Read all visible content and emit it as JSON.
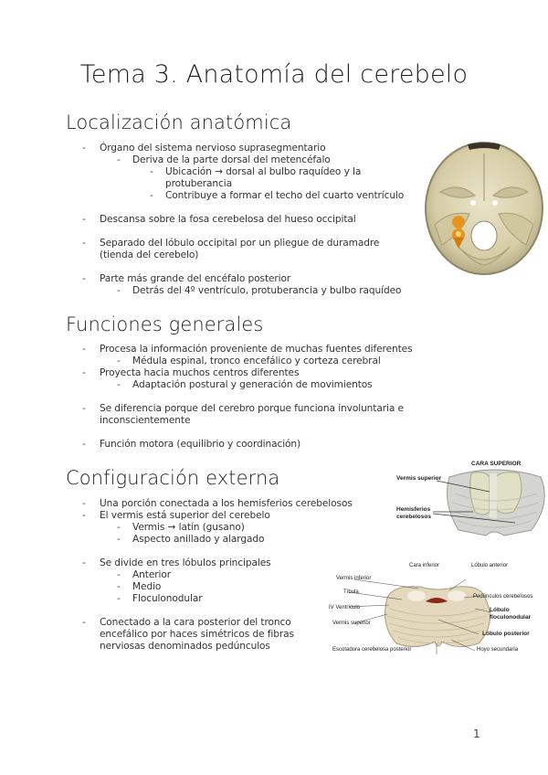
{
  "document": {
    "title": "Tema 3. Anatomía del cerebelo",
    "page_number": "1"
  },
  "sections": [
    {
      "heading": "Localización anatómica",
      "lines": [
        {
          "level": 1,
          "text": "Órgano del sistema nervioso suprasegmentario"
        },
        {
          "level": 2,
          "text": "Deriva de la parte dorsal del metencéfalo"
        },
        {
          "level": 3,
          "text": "Ubicación → dorsal al bulbo raquídeo y la"
        },
        {
          "level": 3,
          "cont": true,
          "text": "protuberancia"
        },
        {
          "level": 3,
          "text": "Contribuye a formar el techo del cuarto ventrículo"
        },
        {
          "level": 1,
          "text": "Descansa sobre la fosa cerebelosa del hueso occipital"
        },
        {
          "level": 1,
          "text": "Separado del lóbulo occipital por un pliegue de duramadre"
        },
        {
          "level": 1,
          "cont": true,
          "text": "(tienda del cerebelo)"
        },
        {
          "level": 1,
          "text": "Parte más grande del encéfalo posterior"
        },
        {
          "level": 2,
          "text": "Detrás del 4º ventrículo, protuberancia y bulbo raquídeo"
        }
      ]
    },
    {
      "heading": "Funciones generales",
      "lines": [
        {
          "level": 1,
          "text": "Procesa la información proveniente de muchas fuentes diferentes"
        },
        {
          "level": 2,
          "text": "Médula espinal, tronco encefálico y corteza cerebral"
        },
        {
          "level": 1,
          "text": "Proyecta hacia muchos centros diferentes"
        },
        {
          "level": 2,
          "text": "Adaptación postural y generación de movimientos"
        },
        {
          "level": 1,
          "text": "Se diferencia porque del cerebro porque funciona involuntaria e"
        },
        {
          "level": 1,
          "cont": true,
          "text": "inconscientemente"
        },
        {
          "level": 1,
          "text": "Función motora (equilibrio y coordinación)"
        }
      ]
    },
    {
      "heading": "Configuración externa",
      "lines": [
        {
          "level": 1,
          "text": "Una porción conectada a los hemisferios cerebelosos"
        },
        {
          "level": 1,
          "text": "El vermis está superior del cerebelo"
        },
        {
          "level": 2,
          "text": "Vermis → latín (gusano)"
        },
        {
          "level": 2,
          "text": "Aspecto anillado y alargado"
        },
        {
          "level": 1,
          "text": "Se divide en tres lóbulos principales"
        },
        {
          "level": 2,
          "text": "Anterior"
        },
        {
          "level": 2,
          "text": "Medio"
        },
        {
          "level": 2,
          "text": "Floculonodular"
        },
        {
          "level": 1,
          "text": "Conectado a la cara posterior del tronco"
        },
        {
          "level": 1,
          "cont": true,
          "text": "encefálico por haces simétricos de fibras"
        },
        {
          "level": 1,
          "cont": true,
          "text": "nerviosas denominados pedúnculos"
        }
      ]
    }
  ],
  "figures": {
    "skull": {
      "marker_color": "#e8941c"
    },
    "cerebellum_superior": {
      "title": "CARA SUPERIOR",
      "labels": [
        "Vermis superior",
        "Hemisferios",
        "cerebelosos"
      ]
    },
    "cerebellum_inferior": {
      "labels": {
        "top_left": "Cara inferior",
        "top_right": "Lóbulo anterior",
        "vermis_inferior": "Vermis inferior",
        "tibula": "Tíbula",
        "iv_ventriculo": "IV Ventrículo",
        "amigdala": "Vermis superior",
        "escotadura": "Escotadura cerebelosa posterior",
        "pedunculos": "Pedúnculos cerebelosos",
        "floculonodular_1": "Lóbulo",
        "floculonodular_2": "floculonodular",
        "posterior": "Lóbulo posterior",
        "hoyo": "Hoyo secundaria"
      }
    }
  }
}
